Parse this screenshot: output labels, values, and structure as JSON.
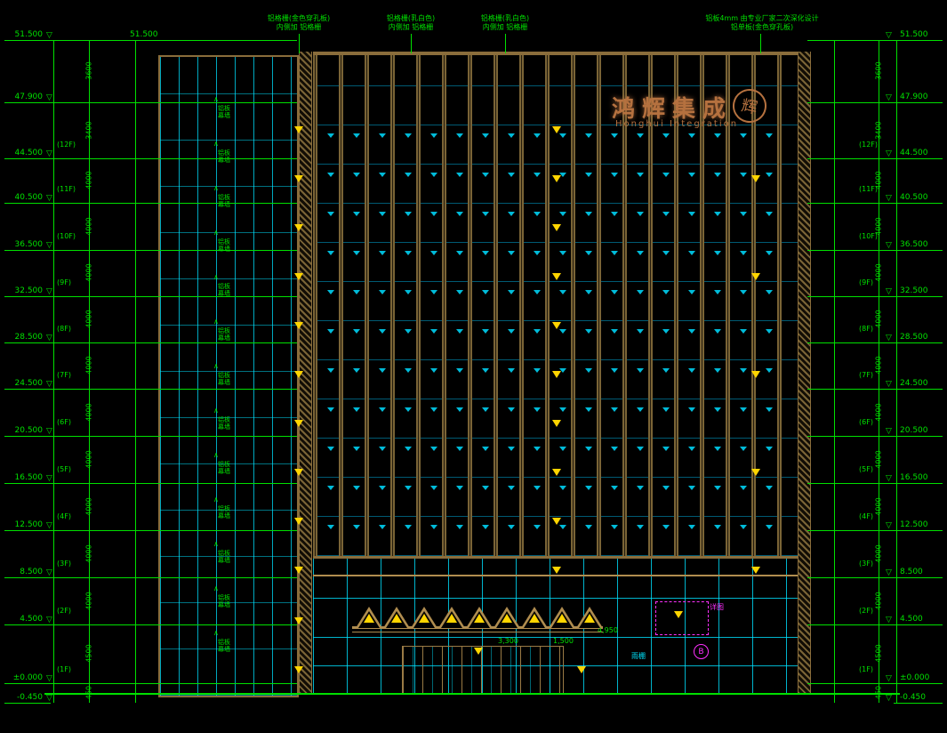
{
  "colors": {
    "green": "#00e000",
    "cyan": "#00e5ff",
    "tan": "#a07c3e",
    "yellow": "#ffd500",
    "magenta": "#ff30ff",
    "logo": "#b5713f"
  },
  "levels": [
    {
      "value": "51.500",
      "floor": ""
    },
    {
      "value": "47.900",
      "floor": ""
    },
    {
      "value": "44.500",
      "floor": "12F"
    },
    {
      "value": "40.500",
      "floor": "11F"
    },
    {
      "value": "36.500",
      "floor": "10F"
    },
    {
      "value": "32.500",
      "floor": "9F"
    },
    {
      "value": "28.500",
      "floor": "8F"
    },
    {
      "value": "24.500",
      "floor": "7F"
    },
    {
      "value": "20.500",
      "floor": "6F"
    },
    {
      "value": "16.500",
      "floor": "5F"
    },
    {
      "value": "12.500",
      "floor": "4F"
    },
    {
      "value": "8.500",
      "floor": "3F"
    },
    {
      "value": "4.500",
      "floor": "2F"
    },
    {
      "value": "±0.000",
      "floor": "1F"
    },
    {
      "value": "-0.450",
      "floor": ""
    }
  ],
  "dims": [
    "3600",
    "3400",
    "4000",
    "4000",
    "4000",
    "4000",
    "4000",
    "4000",
    "4000",
    "4000",
    "4000",
    "4000",
    "4500",
    "450"
  ],
  "top_labels": [
    {
      "l1": "铝格栅(金色穿孔板)",
      "l2": "内侧加 铝格栅"
    },
    {
      "l1": "铝格栅(乳白色)",
      "l2": "内侧加 铝格栅"
    },
    {
      "l1": "铝格栅(乳白色)",
      "l2": "内侧加 铝格栅"
    },
    {
      "l1": "铝板4mm 由专业厂家二次深化设计",
      "l2": "铝单板(金色穿孔板)"
    }
  ],
  "tower": {
    "label_line1": "铝板",
    "label_line2": "幕墙",
    "rows": 13
  },
  "logo": {
    "cn": "鸿辉集成",
    "en": "Honghui Integration",
    "emblem": "辉"
  },
  "entrance": {
    "dims": [
      "3,300",
      "1,500",
      "4,950"
    ],
    "canopy_label": "雨棚",
    "detail_letter": "B",
    "detail_label": "详图"
  }
}
